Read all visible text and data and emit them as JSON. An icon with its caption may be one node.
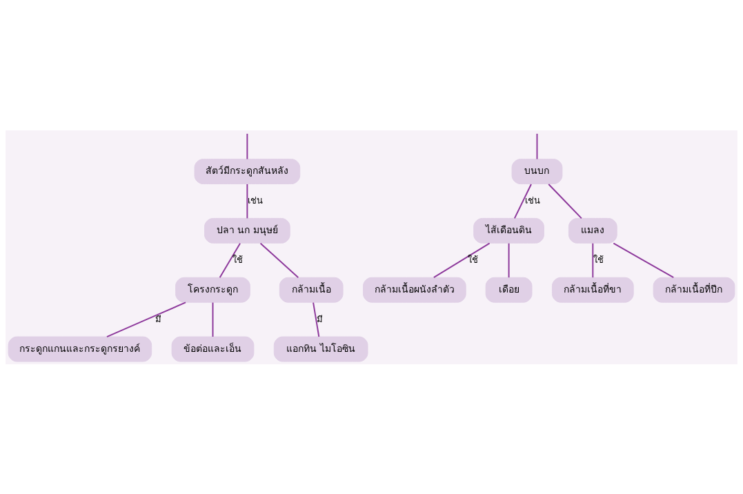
{
  "diagram": {
    "nodes": [
      {
        "text": [
          "สัตว์มีกระดูกสันหลัง"
        ]
      },
      {
        "text": [
          "บนบก"
        ]
      },
      {
        "text": [
          "ไส้เดือนดิน"
        ]
      },
      {
        "text": [
          "แมลง"
        ]
      },
      {
        "text": [
          "กล้ามเนื้อผนังลำตัว"
        ]
      },
      {
        "text": [
          "เดือย"
        ]
      },
      {
        "text": [
          "กล้ามเนื้อที่ขา"
        ]
      },
      {
        "text": [
          "กล้ามเนื้อที่ปีก"
        ]
      },
      {
        "text": [
          "ปลา นก มนุษย์"
        ]
      },
      {
        "text": [
          "โครงกระดูก"
        ]
      },
      {
        "text": [
          "กล้ามเนื้อ"
        ]
      },
      {
        "text": [
          "กระดูกแกนและกระดูกรยางค์"
        ]
      },
      {
        "text": [
          "ข้อต่อและเอ็น"
        ]
      },
      {
        "text": [
          "แอกทิน ไมโอซิน"
        ]
      }
    ],
    "edges": [
      {
        "from": null,
        "to": 0,
        "arrow": "none"
      },
      {
        "from": null,
        "to": 1,
        "arrow": "none"
      },
      {
        "from": 1,
        "to": 2,
        "arrow": "none",
        "label": "เช่น"
      },
      {
        "from": 1,
        "to": 3,
        "arrow": "none"
      },
      {
        "from": 2,
        "to": 4,
        "arrow": "none",
        "label": "ใช้"
      },
      {
        "from": 2,
        "to": 5,
        "arrow": "none"
      },
      {
        "from": 3,
        "to": 6,
        "arrow": "none",
        "label": "ใช้"
      },
      {
        "from": 3,
        "to": 7,
        "arrow": "none"
      },
      {
        "from": 0,
        "to": 8,
        "arrow": "none",
        "label": "เช่น"
      },
      {
        "from": 8,
        "to": 9,
        "arrow": "none",
        "label": "ใช้"
      },
      {
        "from": 8,
        "to": 10,
        "arrow": "none"
      },
      {
        "from": 9,
        "to": 11,
        "arrow": "none",
        "label": "มี"
      },
      {
        "from": 9,
        "to": 12,
        "arrow": "none"
      },
      {
        "from": 10,
        "to": 13,
        "arrow": "none",
        "label": "มี"
      }
    ]
  }
}
